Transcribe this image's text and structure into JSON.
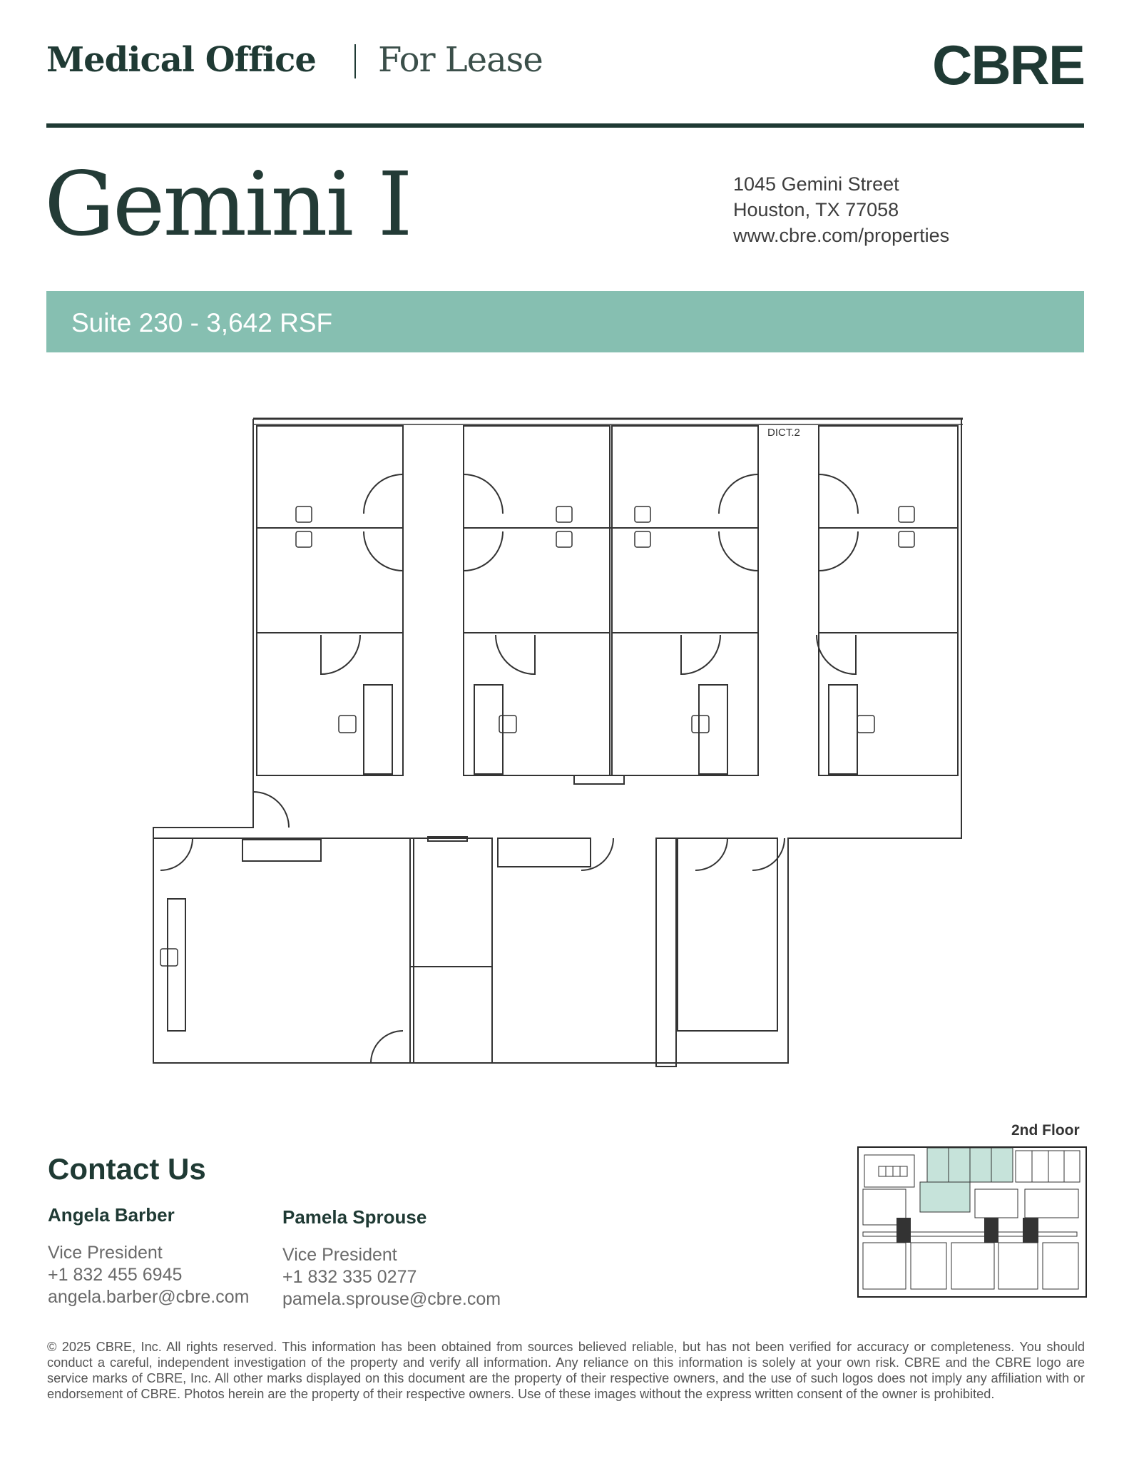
{
  "header": {
    "category": "Medical Office",
    "listing_type": "For Lease",
    "logo_text": "CBRE"
  },
  "property": {
    "name": "Gemini I",
    "address_line1": "1045 Gemini Street",
    "address_line2": "Houston, TX 77058",
    "website": "www.cbre.com/properties"
  },
  "suite": {
    "label": "Suite 230 - 3,642 RSF"
  },
  "floorplan": {
    "room_label": "DICT.2"
  },
  "keyplan": {
    "label": "2nd Floor"
  },
  "contact": {
    "heading": "Contact Us",
    "people": [
      {
        "name": "Angela Barber",
        "title": "Vice President",
        "phone": "+1 832 455 6945",
        "email": "angela.barber@cbre.com"
      },
      {
        "name": "Pamela Sprouse",
        "title": "Vice President",
        "phone": "+1 832 335 0277",
        "email": "pamela.sprouse@cbre.com"
      }
    ]
  },
  "disclaimer": "© 2025 CBRE, Inc. All rights reserved. This information has been obtained from sources believed reliable, but has not been verified for accuracy or completeness. You should conduct a careful, independent investigation of the property and verify all information. Any reliance on this information is solely at your own risk. CBRE and the CBRE logo are service marks of CBRE, Inc. All other marks displayed on this document are the property of their respective owners, and the use of such logos does not imply any affiliation with or endorsement of CBRE. Photos herein are the property of their respective owners. Use of these images without the express written consent of the owner is prohibited.",
  "colors": {
    "brand_dark_green": "#1f3a34",
    "suite_band": "#86bfb1",
    "keyplan_highlight": "#c6e3da"
  }
}
